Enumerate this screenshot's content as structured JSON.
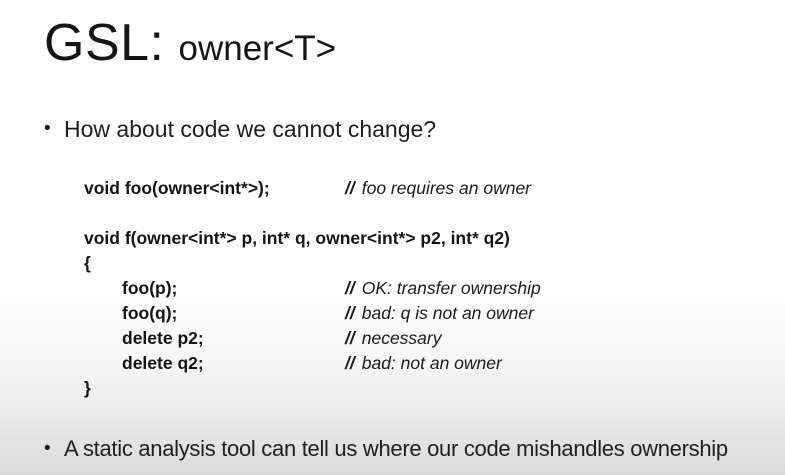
{
  "title": {
    "main": "GSL:",
    "code": "owner<T>"
  },
  "bullet_char": "•",
  "bullets": [
    "How about code we cannot change?",
    "A static analysis tool can tell us where our code mishandles ownership"
  ],
  "code": {
    "comment_marker": "//",
    "lines": [
      {
        "text": "void foo(owner<int*>);",
        "comment": "foo requires an owner"
      },
      {
        "text": "void f(owner<int*> p, int* q, owner<int*> p2, int* q2)",
        "comment": ""
      },
      {
        "text": "{",
        "comment": ""
      },
      {
        "text": "foo(p);",
        "comment": "OK: transfer ownership"
      },
      {
        "text": "foo(q);",
        "comment": "bad: q is not an owner"
      },
      {
        "text": "delete p2;",
        "comment": "necessary"
      },
      {
        "text": "delete q2;",
        "comment": "bad: not an owner"
      },
      {
        "text": "}",
        "comment": ""
      }
    ]
  },
  "colors": {
    "background_top": "#ffffff",
    "background_bottom": "#dadada",
    "text": "#1c1c1c"
  }
}
